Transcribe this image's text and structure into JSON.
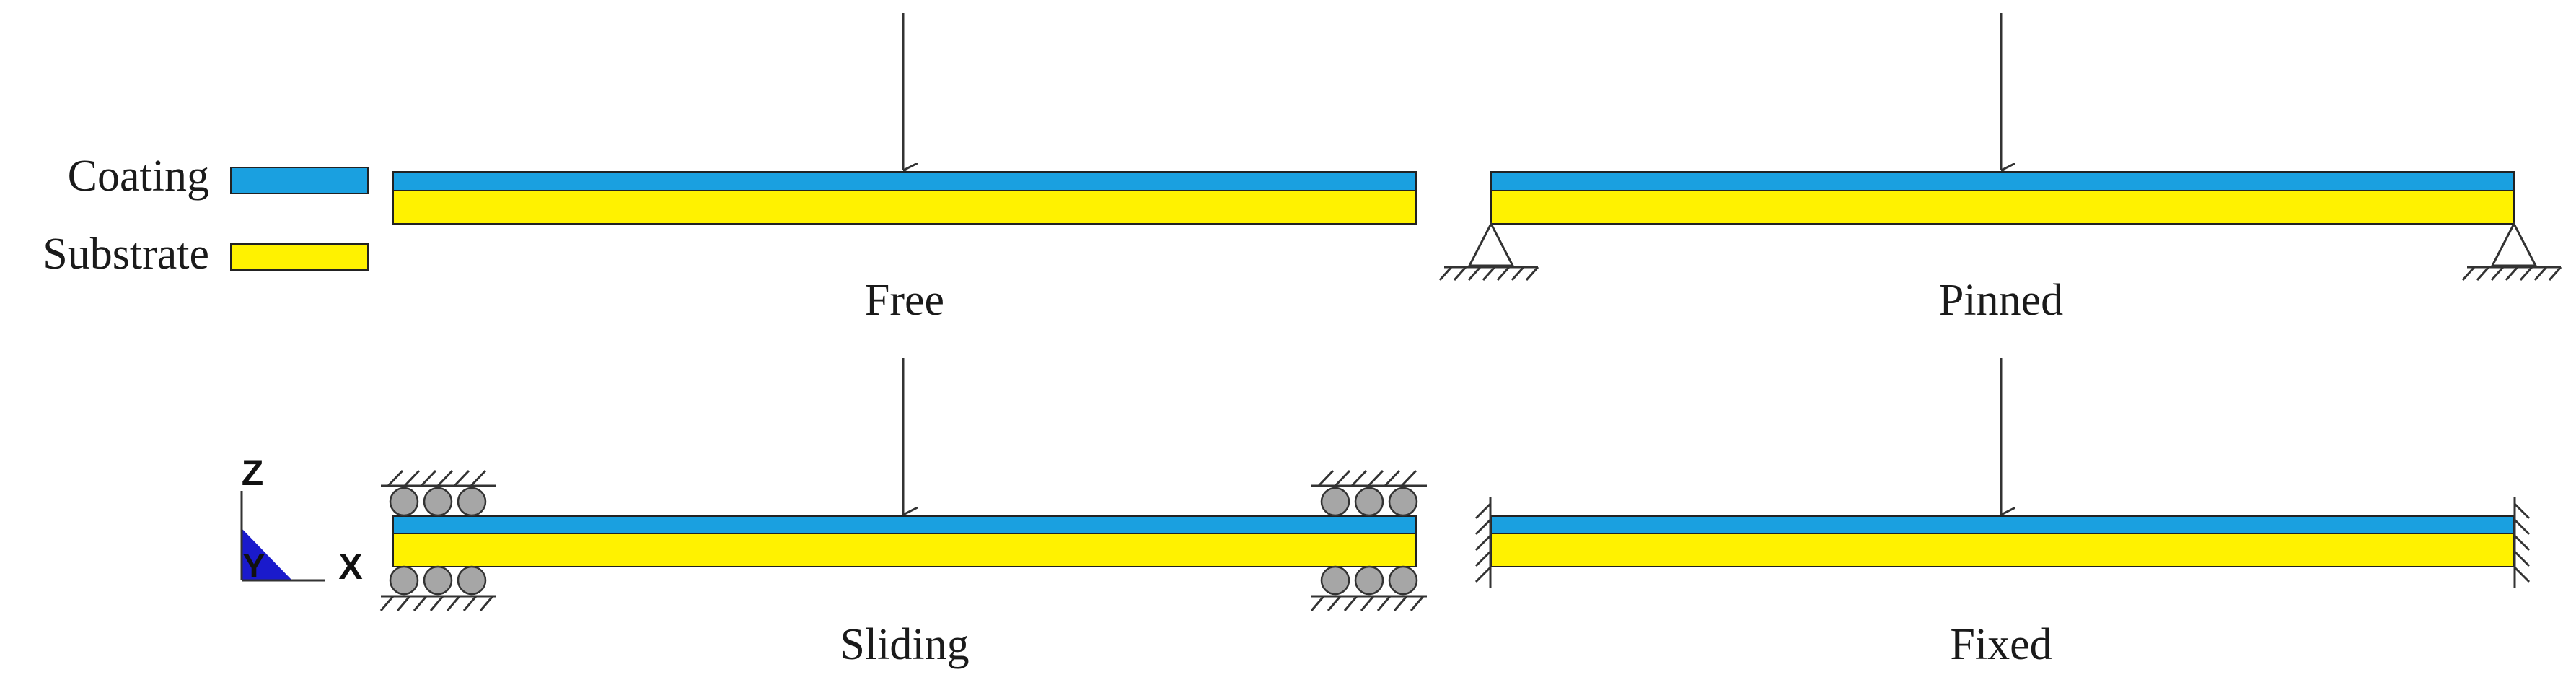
{
  "legend": {
    "coating_label": "Coating",
    "substrate_label": "Substrate"
  },
  "colors": {
    "coating": "#1aa0e0",
    "substrate": "#fff200",
    "triad_fill": "#1a1acc"
  },
  "cases": [
    {
      "id": "free",
      "label": "Free"
    },
    {
      "id": "pinned",
      "label": "Pinned"
    },
    {
      "id": "sliding",
      "label": "Sliding"
    },
    {
      "id": "fixed",
      "label": "Fixed"
    }
  ],
  "axes": {
    "z_label": "Z",
    "y_label": "Y",
    "x_label": "X"
  }
}
